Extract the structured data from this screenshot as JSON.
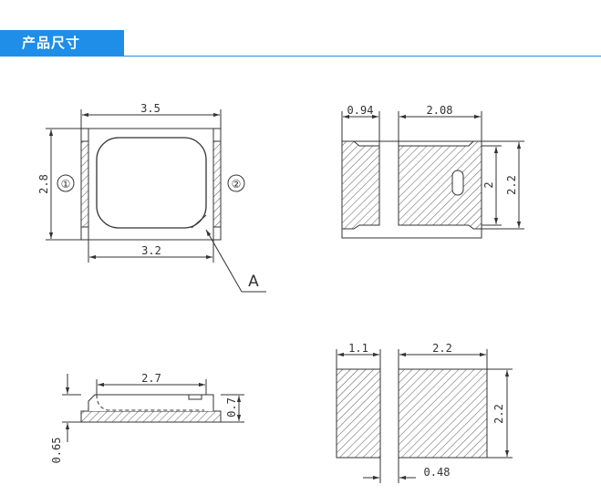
{
  "header": {
    "title": "产品尺寸",
    "accent": "#1e8ee8"
  },
  "top_view": {
    "width_overall": "3.5",
    "height": "2.8",
    "width_inner": "3.2",
    "pin_left": "①",
    "pin_right": "②",
    "callout": "A"
  },
  "bottom_view": {
    "pad_small_width": "0.94",
    "pad_large_width": "2.08",
    "slot_height": "2",
    "pad_height": "2.2"
  },
  "side_view": {
    "lens_width": "2.7",
    "total_height": "0.7",
    "base_height": "0.65"
  },
  "footprint": {
    "pad_small_width": "1.1",
    "pad_large_width": "2.2",
    "pad_height": "2.2",
    "gap": "0.48"
  }
}
